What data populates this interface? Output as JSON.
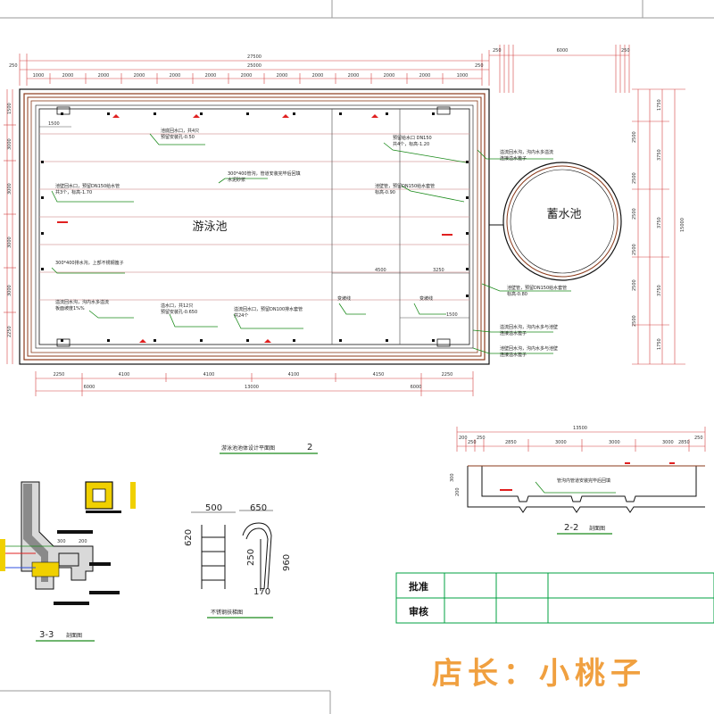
{
  "plan": {
    "pool_label": "游泳池",
    "tank_label": "蓄水池",
    "top_dims_overall": "27500",
    "top_dims_pool": "25000",
    "top_dims_pool_left": "250",
    "top_dims_pool_right": "250",
    "top_dims_gap": "250",
    "top_dims_tank": "6000",
    "top_dims_tank_right": "250",
    "top_seg_1": "1000",
    "top_seg_2": "2000",
    "top_seg_3": "2000",
    "top_seg_4": "2000",
    "top_seg_5": "2000",
    "top_seg_6": "2000",
    "top_seg_7": "2000",
    "top_seg_8": "2000",
    "top_seg_9": "2000",
    "top_seg_10": "2000",
    "top_seg_11": "2000",
    "top_seg_12": "2000",
    "top_seg_13": "1000",
    "bottom_seg_1": "2250",
    "bottom_seg_2": "4100",
    "bottom_seg_3": "4100",
    "bottom_seg_4": "4100",
    "bottom_seg_5": "4150",
    "bottom_seg_6": "2250",
    "bottom_total_1": "6000",
    "bottom_total_2": "13000",
    "bottom_total_3": "6000",
    "right_total": "15000",
    "right_seg_1": "1750",
    "right_seg_2": "3750",
    "right_seg_3": "3750",
    "right_seg_4": "3750",
    "right_seg_5": "1750",
    "right_sub_1": "2500",
    "right_sub_2": "2500",
    "right_sub_3": "2500",
    "right_sub_4": "2500",
    "right_sub_5": "2500",
    "right_sub_6": "2500",
    "left_seg_1": "1500",
    "left_seg_2": "3000",
    "left_seg_3": "3000",
    "left_seg_4": "3000",
    "left_seg_5": "3000",
    "left_seg_6": "2250",
    "inner_dim_1": "4500",
    "inner_dim_2": "3250",
    "inner_dim_3": "1500",
    "inner_dim_4": "1500",
    "notes": [
      "池底回水口，共4只\n预留安装孔-0.50",
      "预留给水口 DN150\n共4个，标高-1.20",
      "300*400管沟，管道安装完毕后回填\n水泥砂浆",
      "池壁回水口，预留DN150给水管\n共3个，标高-1.70",
      "池壁管，预留DN150给水套管\n标高-0.90",
      "300*400排水沟，上部不锈钢篦子",
      "溢流回水沟，沟内水多溢流\n板面坡度1%%",
      "溢水口，共12只\n预留安装孔-0.650",
      "溢流回水口，预留DN100排水套管\n共24个",
      "变坡线",
      "变坡线",
      "溢流回水沟，沟内水多与池壁\n连接溢水篦子",
      "池壁回水沟，沟内水多与池壁\n连接溢水篦子",
      "池壁管，预留DN150给水套管\n标高-0.80",
      "溢流回水沟，沟内水多溢流\n连接溢水篦子"
    ],
    "plan_title": "游泳池池体设计平面图",
    "plan_title_num": "2"
  },
  "section22": {
    "top_total": "13500",
    "seg_a": "200",
    "seg_b": "250",
    "seg_c": "250",
    "seg_d": "2850",
    "seg_e": "3000",
    "seg_f": "3000",
    "seg_g": "3000",
    "seg_h": "2850",
    "seg_i": "250",
    "note": "管沟内管道安装完毕后回填",
    "left_v1": "300",
    "left_v2": "200",
    "title": "2-2",
    "title_sub": "剖面图"
  },
  "section33": {
    "title": "3-3",
    "title_sub": "剖面图",
    "dim_a": "300",
    "dim_b": "200"
  },
  "ladder": {
    "w1": "500",
    "w2": "650",
    "h1": "620",
    "h2": "250",
    "h3": "960",
    "base": "170",
    "title": "不锈钢扶梯图"
  },
  "titleblock": {
    "approve": "批准",
    "review": "审核"
  },
  "watermark": "店长：小桃子",
  "colors": {
    "line": "#111111",
    "pool_wall": "#8b3a1a",
    "leader": "#1a8a1a",
    "marker": "#e02020",
    "accent_yellow": "#f0d000",
    "tb_green": "#00a040",
    "grid_frame": "#9a9a9a"
  }
}
